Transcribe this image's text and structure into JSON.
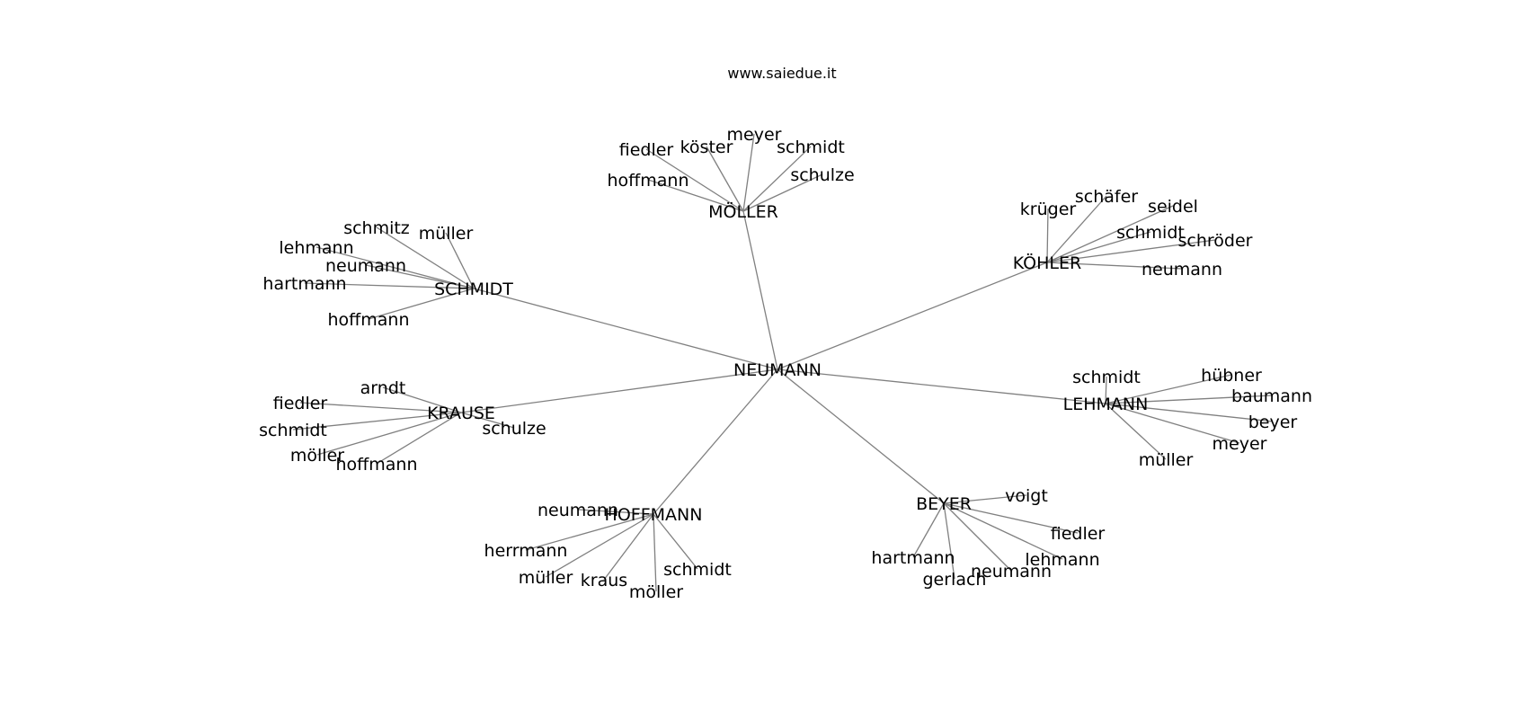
{
  "title": "www.saiedue.it",
  "network": {
    "center": "NEUMANN",
    "hubs": [
      {
        "id": "moller",
        "label": "MÖLLER",
        "leaves": [
          "fiedler",
          "köster",
          "meyer",
          "schmidt",
          "schulze",
          "hoffmann"
        ]
      },
      {
        "id": "kohler",
        "label": "KÖHLER",
        "leaves": [
          "krüger",
          "schäfer",
          "seidel",
          "schmidt",
          "schröder",
          "neumann"
        ]
      },
      {
        "id": "schmidt",
        "label": "SCHMIDT",
        "leaves": [
          "schmitz",
          "müller",
          "lehmann",
          "neumann",
          "hartmann",
          "hoffmann"
        ]
      },
      {
        "id": "krause",
        "label": "KRAUSE",
        "leaves": [
          "arndt",
          "fiedler",
          "schmidt",
          "möller",
          "hoffmann",
          "schulze"
        ]
      },
      {
        "id": "lehmann",
        "label": "LEHMANN",
        "leaves": [
          "schmidt",
          "hübner",
          "baumann",
          "beyer",
          "meyer",
          "müller"
        ]
      },
      {
        "id": "hoffmann",
        "label": "HOFFMANN",
        "leaves": [
          "neumann",
          "herrmann",
          "müller",
          "kraus",
          "möller",
          "schmidt"
        ]
      },
      {
        "id": "beyer",
        "label": "BEYER",
        "leaves": [
          "voigt",
          "fiedler",
          "lehmann",
          "neumann",
          "gerlach",
          "hartmann"
        ]
      }
    ]
  },
  "colors": {
    "edge": "#808080",
    "text": "#000000",
    "background": "#ffffff"
  }
}
